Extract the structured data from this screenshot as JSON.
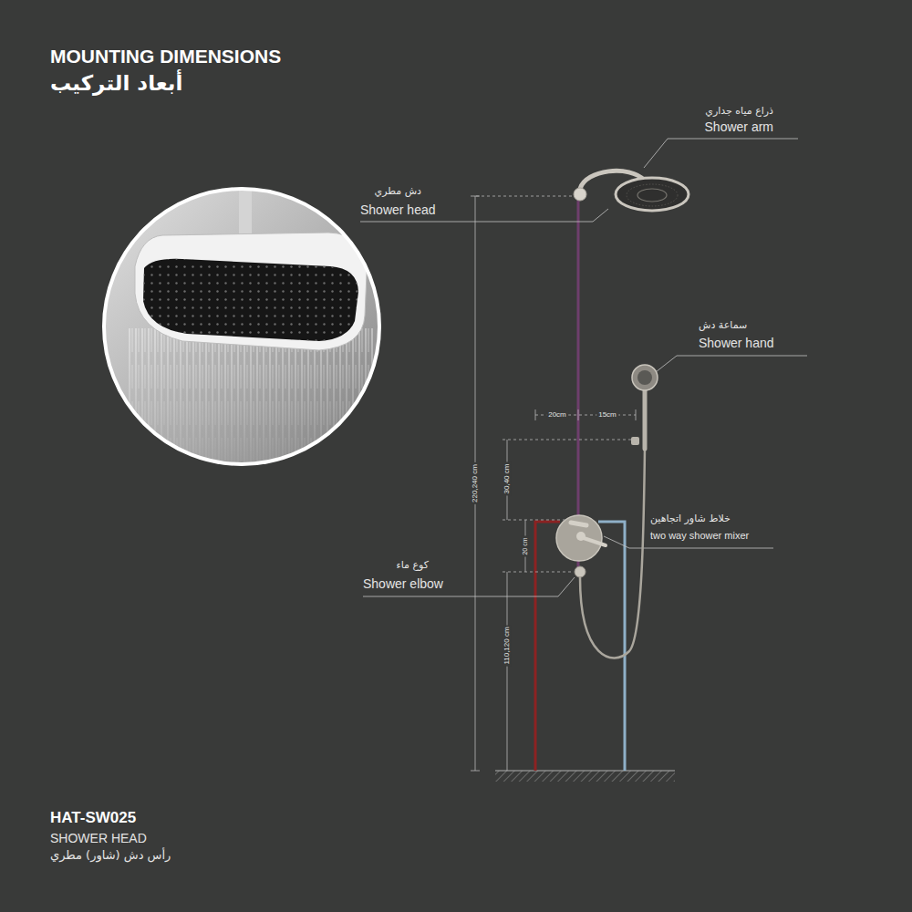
{
  "diagram": {
    "title": "MOUNTING DIMENSIONS",
    "labels": [
      "أبعاد التركيب",
      "ذراع مياه جداري",
      "Shower arm",
      "دش مطري",
      "Shower head",
      "سماعة دش",
      "Shower hand",
      "20cm",
      "15cm",
      "220,240 cm",
      "30,40 cm",
      "20 cm",
      "خلاط شاور اتجاهين",
      "two way shower mixer",
      "كوع ماء",
      "Shower elbow",
      "110,120 cm",
      "HAT-SW025",
      "SHOWER HEAD",
      "رأس دش (شاور) مطري"
    ]
  }
}
